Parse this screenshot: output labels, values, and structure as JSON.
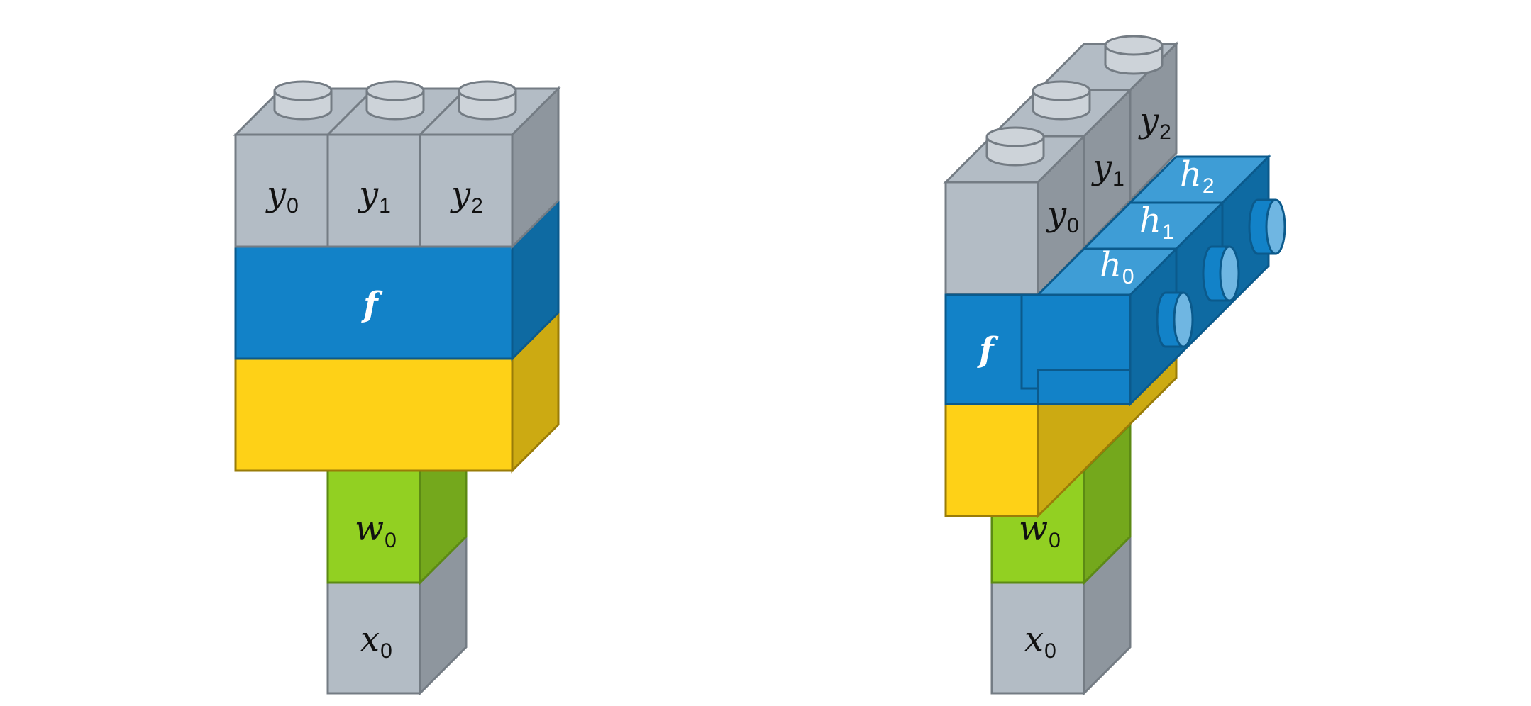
{
  "colors": {
    "gray_front": "#b3bcc5",
    "gray_side": "#8e969e",
    "gray_stroke": "#747c84",
    "stud_fill": "#cdd3d9",
    "blue_front": "#1282c8",
    "blue_top": "#3e9dd6",
    "blue_side": "#0e6aa2",
    "blue_stroke": "#0b5a8c",
    "yellow_front": "#fed117",
    "yellow_side": "#ccaa12",
    "yellow_stroke": "#9a7c08",
    "green_front": "#92d022",
    "green_side": "#74a81c",
    "green_stroke": "#5c8a14"
  },
  "left_diagram": {
    "outputs": [
      {
        "var": "y",
        "index": "0"
      },
      {
        "var": "y",
        "index": "1"
      },
      {
        "var": "y",
        "index": "2"
      }
    ],
    "function": {
      "label": "f"
    },
    "weight": {
      "var": "w",
      "index": "0"
    },
    "input": {
      "var": "x",
      "index": "0"
    }
  },
  "right_diagram": {
    "outputs": [
      {
        "var": "y",
        "index": "0"
      },
      {
        "var": "y",
        "index": "1"
      },
      {
        "var": "y",
        "index": "2"
      }
    ],
    "hidden": [
      {
        "var": "h",
        "index": "0"
      },
      {
        "var": "h",
        "index": "1"
      },
      {
        "var": "h",
        "index": "2"
      }
    ],
    "function": {
      "label": "f"
    },
    "weight": {
      "var": "w",
      "index": "0"
    },
    "input": {
      "var": "x",
      "index": "0"
    }
  }
}
